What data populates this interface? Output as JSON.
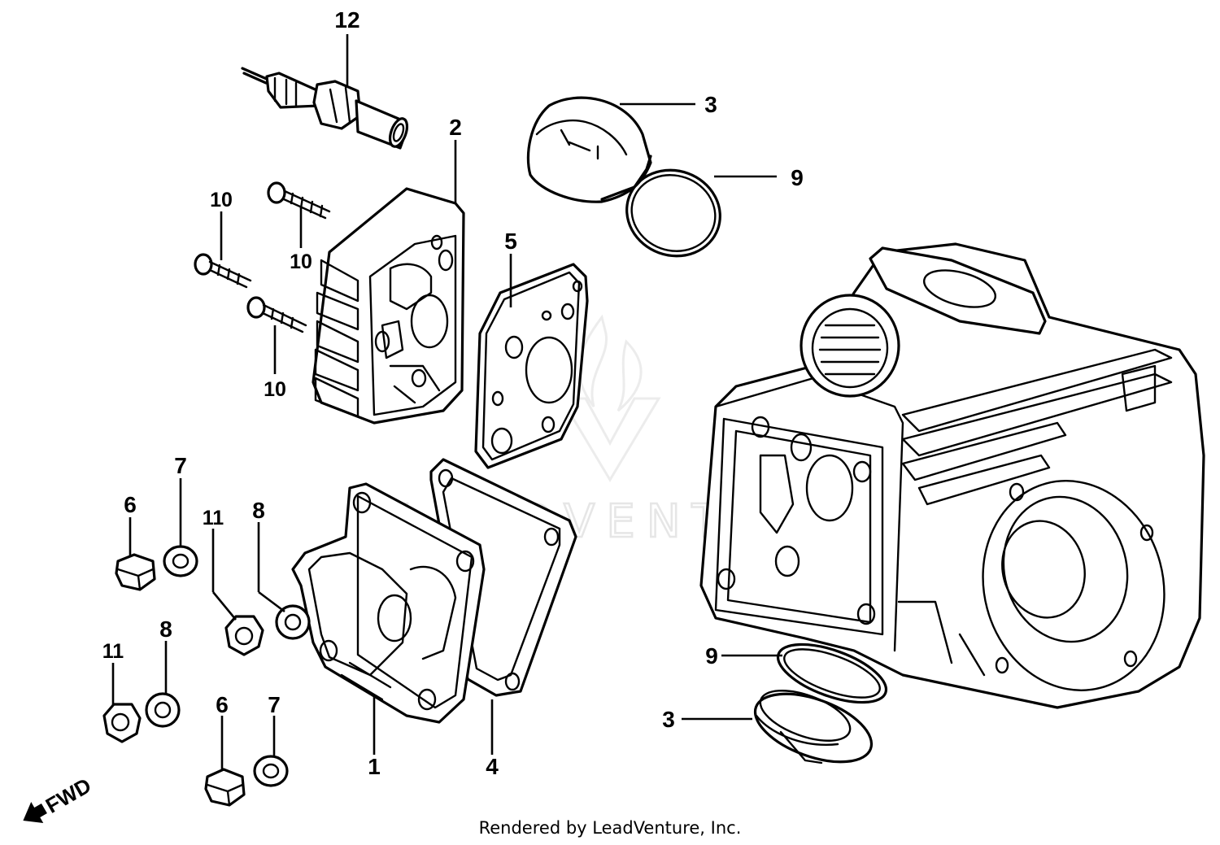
{
  "diagram": {
    "callouts": {
      "c12": "12",
      "c2": "2",
      "c3_top": "3",
      "c9_top": "9",
      "c10_a": "10",
      "c10_b": "10",
      "c10_c": "10",
      "c5": "5",
      "c7_a": "7",
      "c6_a": "6",
      "c11_a": "11",
      "c8_a": "8",
      "c11_b": "11",
      "c8_b": "8",
      "c6_b": "6",
      "c7_b": "7",
      "c1": "1",
      "c4": "4",
      "c9_bottom": "9",
      "c3_bottom": "3"
    },
    "fwd_label": "FWD",
    "watermark": "LEADVENTURE"
  },
  "footer": {
    "credit": "Rendered by LeadVenture, Inc."
  }
}
